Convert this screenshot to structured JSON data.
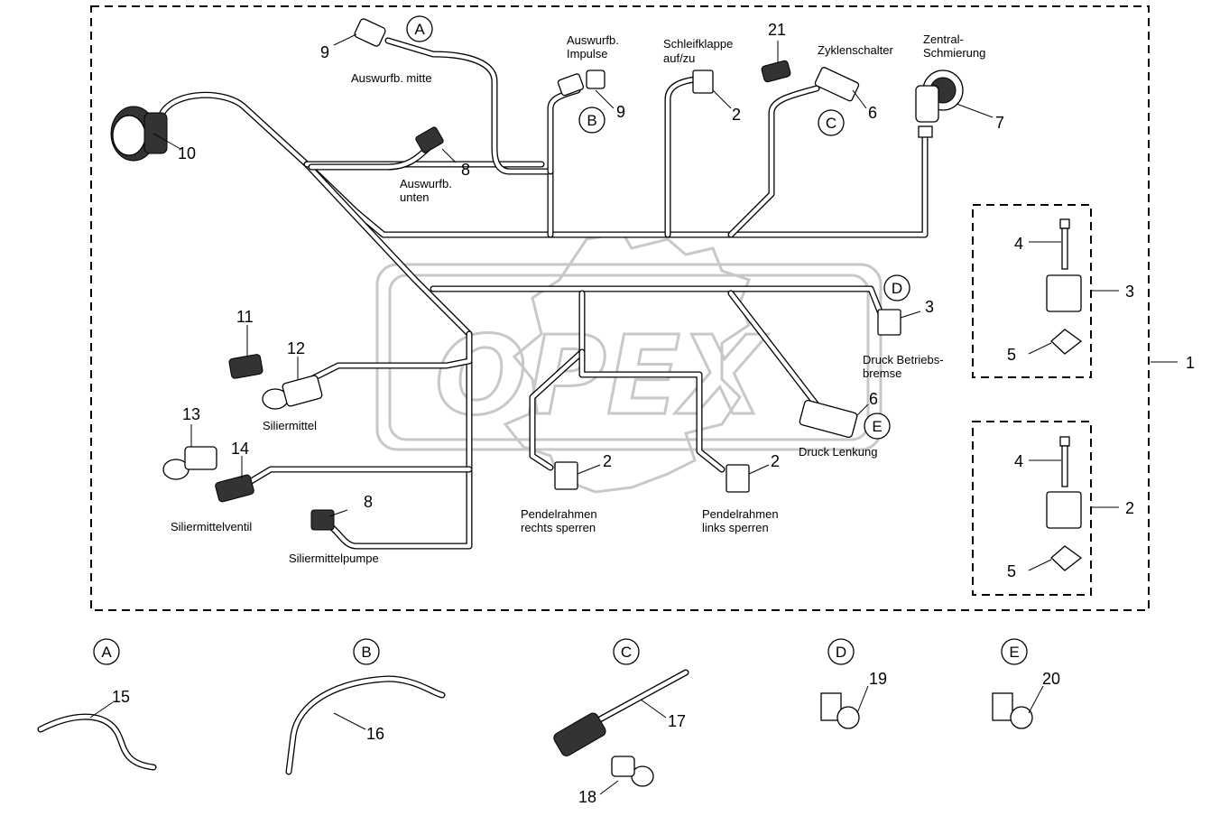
{
  "diagram": {
    "watermark": "OPEX",
    "position_numbers": {
      "p1": "1",
      "p2_box": "2",
      "p3_box": "3",
      "p4_top": "4",
      "p4_bottom": "4",
      "p5_top": "5",
      "p5_bottom": "5",
      "p9_left": "9",
      "p9_right": "9",
      "p10": "10",
      "p8_top": "8",
      "p2_a": "2",
      "p21": "21",
      "p6_top": "6",
      "p7": "7",
      "p3_d": "3",
      "p6_e": "6",
      "p11": "11",
      "p12": "12",
      "p13": "13",
      "p14": "14",
      "p8_bottom": "8",
      "p2_left": "2",
      "p2_right": "2",
      "p15": "15",
      "p16": "16",
      "p17": "17",
      "p18": "18",
      "p19": "19",
      "p20": "20"
    },
    "callout_letters": {
      "a_top": "A",
      "b_top": "B",
      "c_top": "C",
      "d_top": "D",
      "e_top": "E",
      "a_detail": "A",
      "b_detail": "B",
      "c_detail": "C",
      "d_detail": "D",
      "e_detail": "E"
    },
    "labels": {
      "auswurf_mitte": "Auswurfb. mitte",
      "auswurf_impulse_1": "Auswurfb.",
      "auswurf_impulse_2": "Impulse",
      "schleifklappe_1": "Schleifklappe",
      "schleifklappe_2": "auf/zu",
      "zyklenschalter": "Zyklenschalter",
      "zentral_1": "Zentral-",
      "zentral_2": "Schmierung",
      "auswurf_unten_1": "Auswurfb.",
      "auswurf_unten_2": "unten",
      "druck_betrieb_1": "Druck Betriebs-",
      "druck_betrieb_2": "bremse",
      "druck_lenkung": "Druck Lenkung",
      "siliermittel": "Siliermittel",
      "siliermittelventil": "Siliermittelventil",
      "siliermittelpumpe": "Siliermittelpumpe",
      "pendel_rechts_1": "Pendelrahmen",
      "pendel_rechts_2": "rechts sperren",
      "pendel_links_1": "Pendelrahmen",
      "pendel_links_2": "links sperren"
    }
  }
}
